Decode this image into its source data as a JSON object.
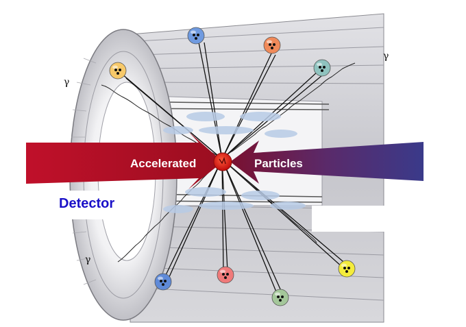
{
  "labels": {
    "accelerated": "Accelerated",
    "particles": "Particles",
    "detector": "Detector",
    "gamma": "γ"
  },
  "colors": {
    "beam_left": "#c0102a",
    "beam_right": "#3a3a8a",
    "detector_label": "#1a10c8",
    "detector_body": "#cfcfd4",
    "collision": "#d81818"
  },
  "particles": [
    {
      "name": "particle-blue",
      "color": "#6f9ae0"
    },
    {
      "name": "particle-orange",
      "color": "#f08a5a"
    },
    {
      "name": "particle-teal",
      "color": "#8fc3bf"
    },
    {
      "name": "particle-yellow",
      "color": "#f7c96a"
    },
    {
      "name": "particle-blue-bottom",
      "color": "#5f8ad8"
    },
    {
      "name": "particle-red-bottom",
      "color": "#f07a7a"
    },
    {
      "name": "particle-green",
      "color": "#a4c79a"
    },
    {
      "name": "particle-yellow-bottom",
      "color": "#f4ec3c"
    }
  ]
}
